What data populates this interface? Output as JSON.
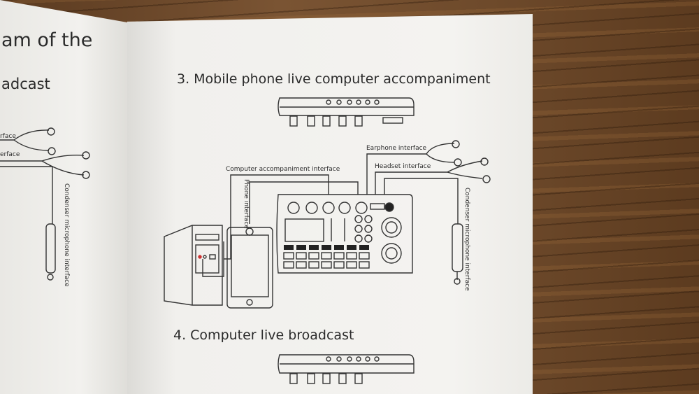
{
  "left_page": {
    "heading_fragment": "am of the",
    "subheading_fragment": "adcast",
    "label_interface_1": "rface",
    "label_interface_2": "erface",
    "label_condenser": "Condenser microphone interface"
  },
  "right_page": {
    "section_3_title": "3. Mobile phone live computer accompaniment",
    "label_earphone": "Earphone interface",
    "label_headset": "Headset interface",
    "label_computer": "Computer accompaniment interface",
    "label_phone": "Phone interface",
    "label_condenser": "Condenser microphone interface",
    "section_4_title": "4. Computer live broadcast"
  }
}
